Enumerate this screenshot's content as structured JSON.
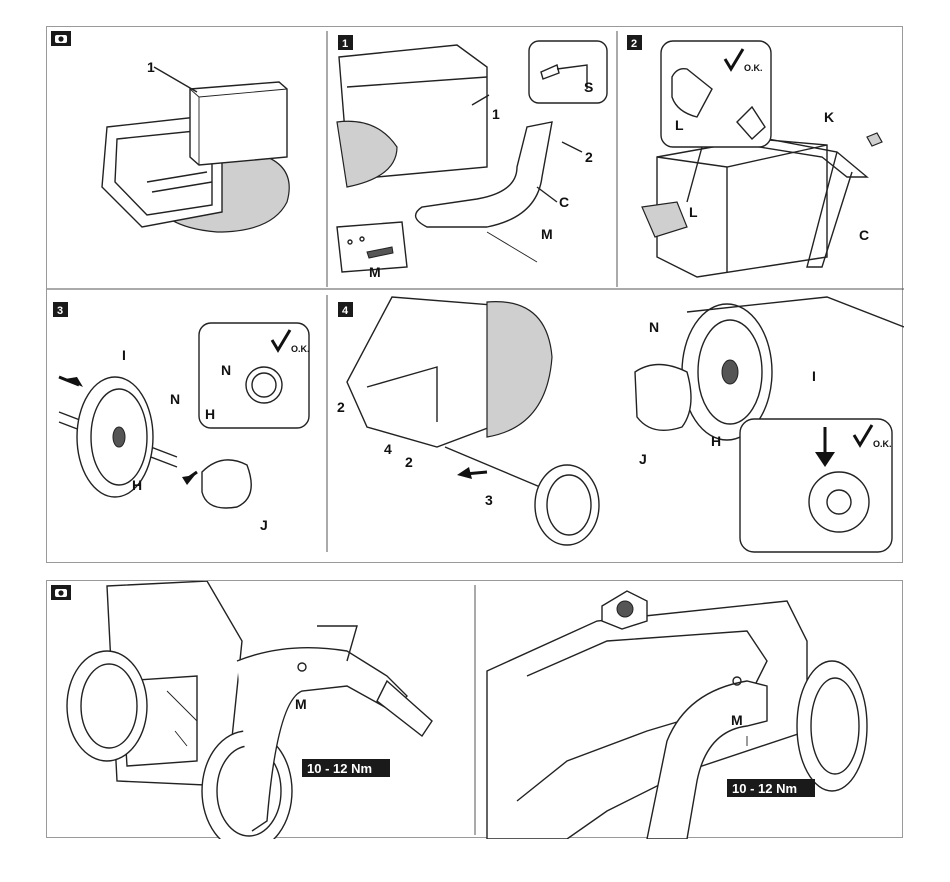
{
  "top_panel": {
    "steps": [
      {
        "badge": "",
        "labels": [
          "1"
        ]
      },
      {
        "badge": "1",
        "labels": [
          "S",
          "1",
          "2",
          "C",
          "M",
          "M"
        ]
      },
      {
        "badge": "2",
        "labels": [
          "L",
          "K",
          "L",
          "C"
        ],
        "check": "O.K."
      },
      {
        "badge": "3",
        "labels": [
          "I",
          "N",
          "N",
          "H",
          "H",
          "J"
        ],
        "check": "O.K."
      },
      {
        "badge": "4",
        "labels": [
          "2",
          "4",
          "2",
          "3",
          "N",
          "I",
          "H",
          "J"
        ],
        "check": "O.K."
      }
    ]
  },
  "bottom_panel": {
    "left": {
      "label": "M",
      "torque": "10 - 12 Nm"
    },
    "right": {
      "label": "M",
      "torque": "10 - 12 Nm"
    }
  },
  "icons": {
    "camera": "camera-icon",
    "check": "checkmark-icon",
    "arrow": "arrow-icon"
  },
  "colors": {
    "line": "#222222",
    "frame": "#9a9a9a",
    "badge": "#1a1a1a"
  }
}
